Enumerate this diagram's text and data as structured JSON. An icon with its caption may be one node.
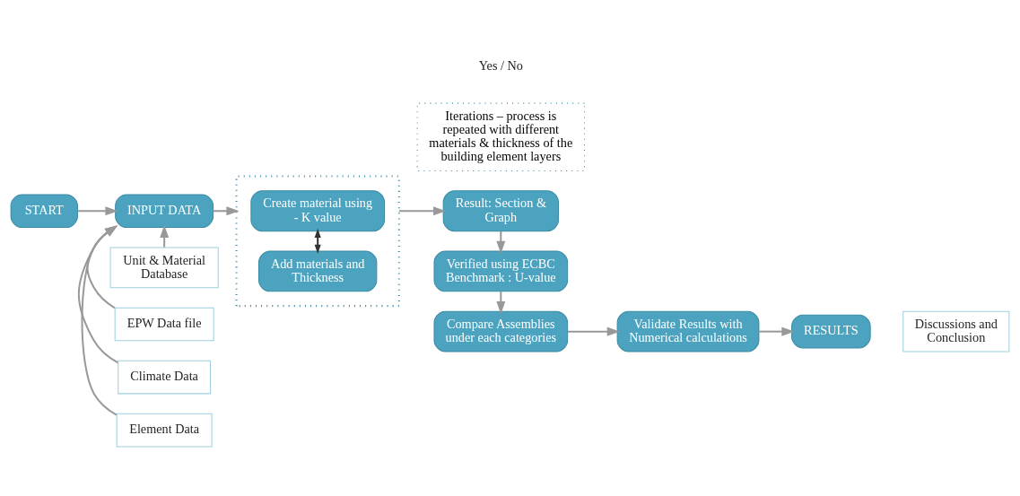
{
  "diagram": {
    "nodes": [
      {
        "text": [
          "START"
        ]
      },
      {
        "text": [
          "Unit & Material Database"
        ]
      },
      {
        "text": [
          "EPW Data file"
        ]
      },
      {
        "text": [
          "INPUT DATA"
        ]
      },
      {
        "text": [
          "Climate Data"
        ]
      },
      {
        "text": [
          "Element Data"
        ]
      },
      {
        "text": [],
        "shape": "box"
      },
      {
        "text": [
          "Create material using - K value"
        ],
        "in": 6
      },
      {
        "text": [
          "Add materials and Thickness"
        ],
        "in": 6
      },
      {
        "text": [
          "Iterations – process is repeated with different materials & thickness of the building element layers"
        ],
        "beside": [
          "Yes / No"
        ]
      },
      {
        "text": [
          "Result: Section & Graph"
        ]
      },
      {
        "text": [
          "Verified using ECBC Benchmark : U-value"
        ]
      },
      {
        "text": [
          "Compare Assemblies under each categories"
        ]
      },
      {
        "text": [
          "Validate Results with Numerical calculations"
        ]
      },
      {
        "text": [
          "RESULTS"
        ]
      },
      {
        "text": [
          "Discussions and Conclusion"
        ]
      }
    ],
    "edges": [
      {
        "from": 0,
        "to": 3,
        "arrow": "to"
      },
      {
        "from": 1,
        "to": 3,
        "arrow": "to"
      },
      {
        "from": 2,
        "to": 3,
        "arrow": "to"
      },
      {
        "from": 4,
        "to": 3,
        "arrow": "to"
      },
      {
        "from": 5,
        "to": 3,
        "arrow": "to"
      },
      {
        "from": 7,
        "to": 8,
        "arrow": "both",
        "color": "#333333"
      },
      {
        "from": 3,
        "to": 6,
        "arrow": "to"
      },
      {
        "from": 6,
        "to": 10,
        "arrow": "to"
      },
      {
        "from": 10,
        "to": 11,
        "arrow": "to"
      },
      {
        "from": 11,
        "to": 12,
        "arrow": "to"
      },
      {
        "from": 12,
        "to": 13,
        "arrow": "to"
      },
      {
        "from": 13,
        "to": 14,
        "arrow": "to"
      }
    ]
  }
}
